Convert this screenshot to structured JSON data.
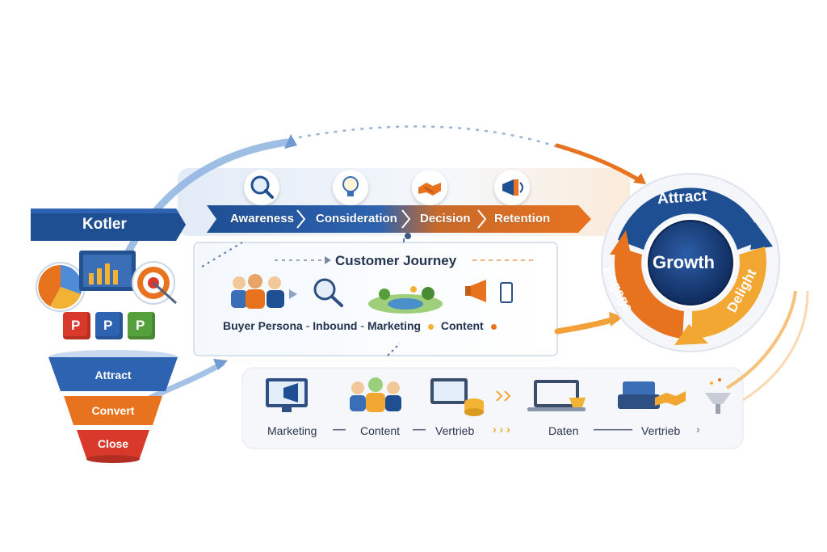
{
  "kotler": {
    "label": "Kotler"
  },
  "four_p": {
    "letters": [
      "P",
      "P",
      "P"
    ]
  },
  "funnel": {
    "stages": [
      "Attract",
      "Convert",
      "Close"
    ]
  },
  "journey": {
    "stages": [
      "Awareness",
      "Consideration",
      "Decision",
      "Retention"
    ],
    "icons": [
      "magnifier-icon",
      "lightbulb-icon",
      "handshake-icon",
      "megaphone-icon"
    ]
  },
  "customer_journey": {
    "title": "Customer Journey",
    "items": [
      "Buyer Persona",
      "Inbound",
      "Marketing",
      "Content"
    ],
    "separator": "-"
  },
  "flywheel": {
    "center": "Growth",
    "segments": [
      "Attract",
      "Engage",
      "Delight"
    ]
  },
  "process": {
    "items": [
      "Marketing",
      "Content",
      "Vertrieb",
      "Daten",
      "Vertrieb"
    ],
    "icons": [
      "monitor-megaphone-icon",
      "team-icon",
      "database-icon",
      "laptop-icon",
      "handshake-icon",
      "funnel-icon"
    ]
  },
  "colors": {
    "blue": "#1f4f93",
    "orange": "#e8731f",
    "yellow": "#f2b233",
    "green": "#55a03c",
    "red": "#d9392b"
  }
}
